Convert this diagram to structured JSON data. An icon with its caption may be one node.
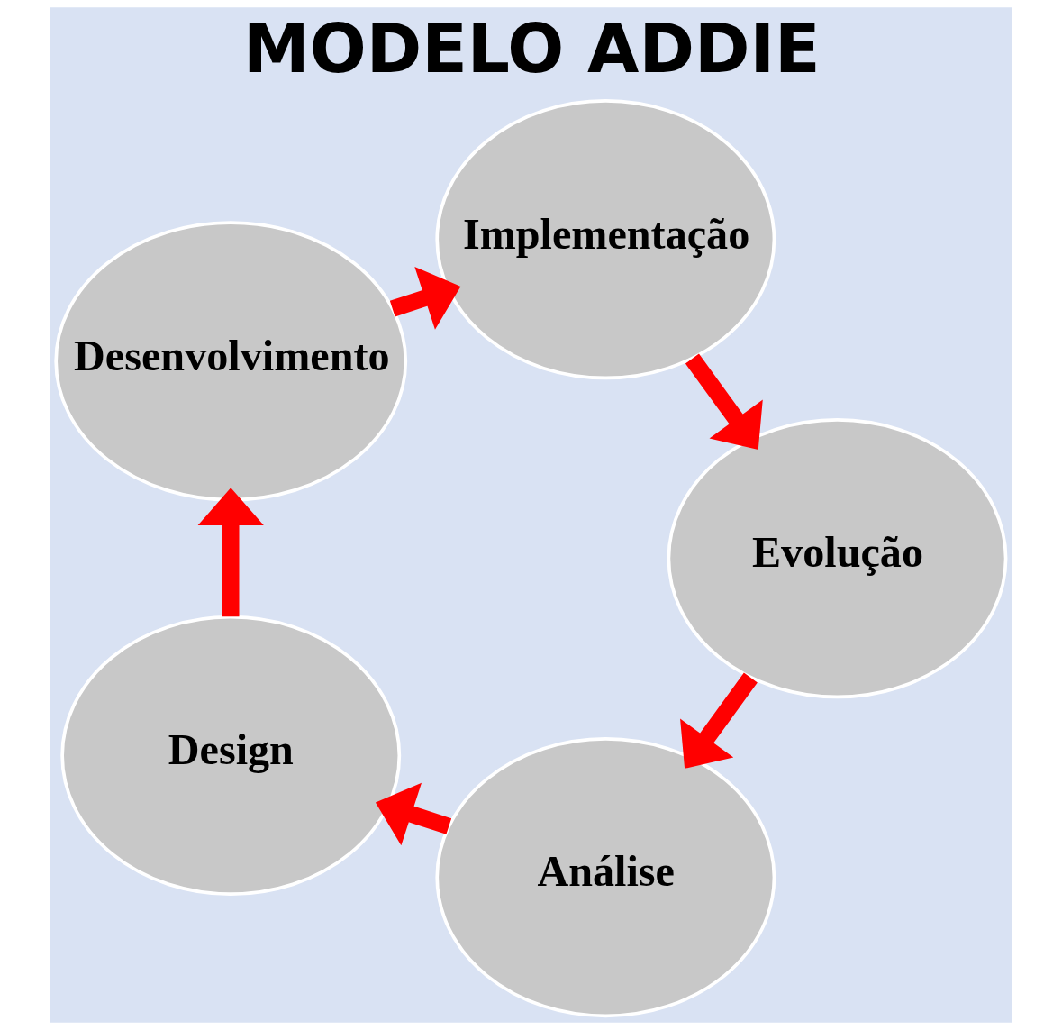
{
  "diagram": {
    "title": "MODELO ADDIE",
    "nodes": [
      {
        "text": [
          "Análise"
        ]
      },
      {
        "text": [
          "Design"
        ]
      },
      {
        "text": [
          "Desenvolvimento"
        ]
      },
      {
        "text": [
          "Implementação"
        ]
      },
      {
        "text": [
          "Evolução"
        ]
      }
    ],
    "edges": [
      {
        "from": 0,
        "to": 1,
        "arrow": "to"
      },
      {
        "from": 1,
        "to": 2,
        "arrow": "to"
      },
      {
        "from": 2,
        "to": 3,
        "arrow": "to"
      },
      {
        "from": 3,
        "to": 4,
        "arrow": "to"
      },
      {
        "from": 4,
        "to": 0,
        "arrow": "to"
      }
    ]
  }
}
